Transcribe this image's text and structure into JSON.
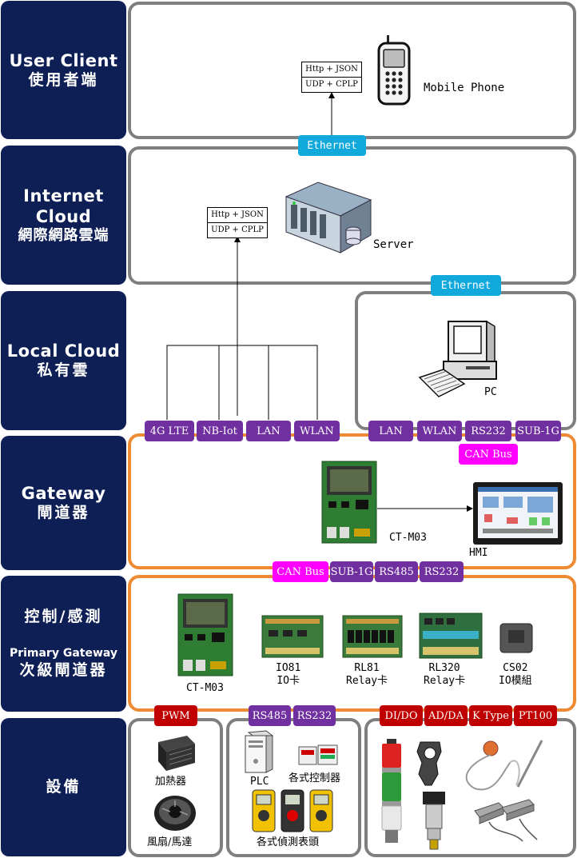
{
  "layers": {
    "user_client": {
      "en": "User Client",
      "zh": "使用者端"
    },
    "internet_cloud": {
      "en1": "Internet",
      "en2": "Cloud",
      "zh": "網際網路雲端"
    },
    "local_cloud": {
      "en": "Local Cloud",
      "zh": "私有雲"
    },
    "gateway": {
      "en": "Gateway",
      "zh": "閘道器"
    },
    "control": {
      "zh1": "控制/感測",
      "en": "Primary Gateway",
      "zh2": "次級閘道器"
    },
    "equipment": {
      "zh": "設備"
    }
  },
  "user_client": {
    "protocol": [
      "Http + JSON",
      "UDP + CPLP"
    ],
    "device": "Mobile Phone",
    "link": "Ethernet"
  },
  "internet_cloud": {
    "protocol": [
      "Http + JSON",
      "UDP + CPLP"
    ],
    "device": "Server",
    "link": "Ethernet"
  },
  "local_cloud": {
    "left_tags": [
      "4G LTE",
      "NB-Iot",
      "LAN",
      "WLAN"
    ],
    "device": "PC",
    "right_tags": [
      "LAN",
      "WLAN",
      "RS232",
      "SUB-1G"
    ],
    "can_bus": "CAN Bus"
  },
  "gateway": {
    "device": "CT-M03",
    "hmi": "HMI",
    "bottom_tags": [
      "CAN Bus",
      "SUB-1G",
      "RS485",
      "RS232"
    ]
  },
  "control": {
    "boards": [
      {
        "name": "CT-M03",
        "sub": ""
      },
      {
        "name": "IO81",
        "sub": "IO卡"
      },
      {
        "name": "RL81",
        "sub": "Relay卡"
      },
      {
        "name": "RL320",
        "sub": "Relay卡"
      },
      {
        "name": "CS02",
        "sub": "IO模組"
      }
    ],
    "bottom_tags_left": [
      "PWM"
    ],
    "bottom_tags_mid": [
      "RS485",
      "RS232"
    ],
    "bottom_tags_right": [
      "DI/DO",
      "AD/DA",
      "K Type",
      "PT100"
    ]
  },
  "equipment": {
    "heater": "加熱器",
    "fan": "風扇/馬達",
    "plc": "PLC",
    "controllers": "各式控制器",
    "meters": "各式偵測表頭"
  },
  "colors": {
    "layer_bg": "#0e1f55",
    "panel_gray": "#7f7f7f",
    "panel_orange": "#ee8a33",
    "tag_purple": "#7030a0",
    "tag_magenta": "#ff00ff",
    "tag_cyan": "#11a8dc",
    "tag_red": "#c00000"
  }
}
